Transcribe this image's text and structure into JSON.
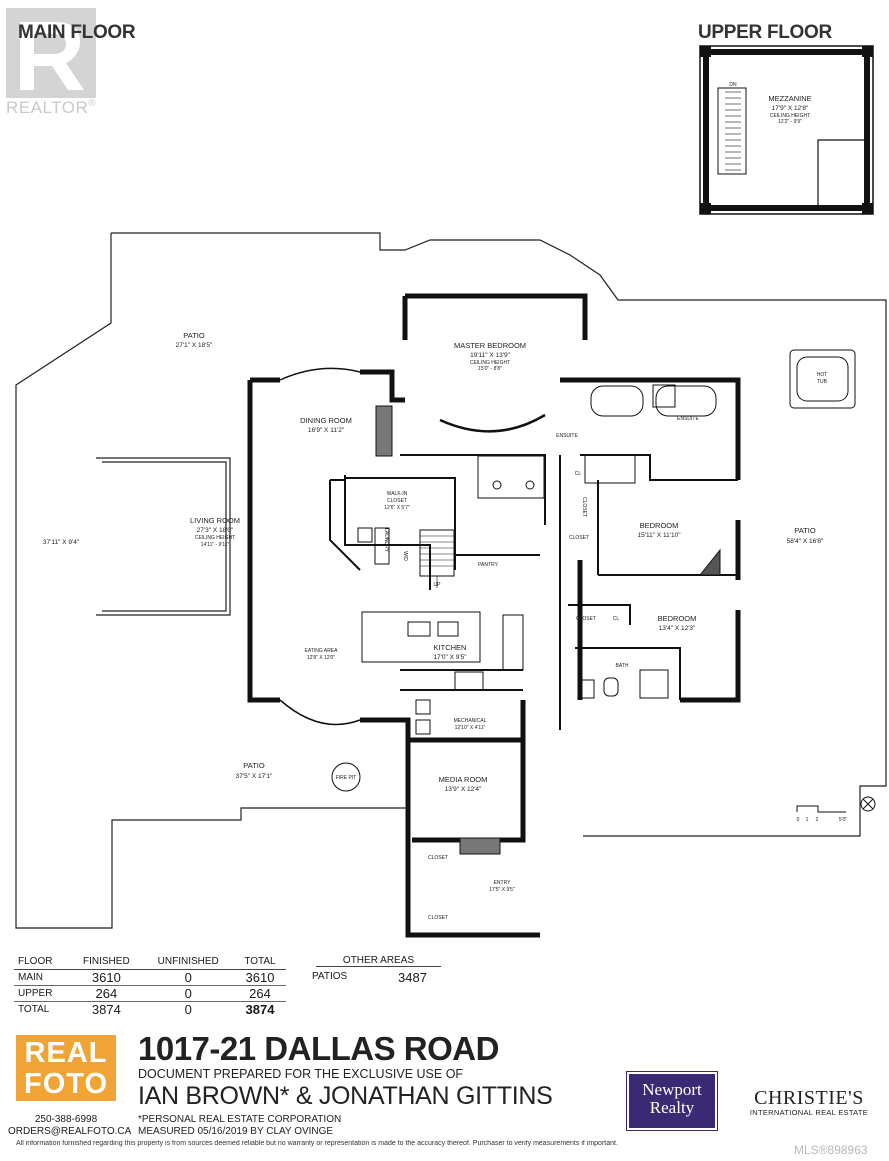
{
  "watermark": {
    "brand": "REALTOR",
    "trademark": "®"
  },
  "headings": {
    "main_floor": "MAIN FLOOR",
    "upper_floor": "UPPER FLOOR"
  },
  "rooms": {
    "mezzanine": {
      "name": "MEZZANINE",
      "dim": "17'9\" X 12'8\"",
      "note": "CEILING HEIGHT",
      "note2": "12'2\" - 9'9\""
    },
    "stairs_dn": "DN",
    "stairs_up": "UP",
    "patio_north": {
      "name": "PATIO",
      "dim": "27'1\" X 18'5\""
    },
    "patio_west_dim": "37'11\" X 9'4\"",
    "patio_east": {
      "name": "PATIO",
      "dim": "58'4\" X 16'8\""
    },
    "patio_south": {
      "name": "PATIO",
      "dim": "37'5\" X 17'1\""
    },
    "master_bedroom": {
      "name": "MASTER BEDROOM",
      "dim": "19'11\" X 13'9\"",
      "note": "CEILING HEIGHT",
      "note2": "15'0\" - 8'8\""
    },
    "dining_room": {
      "name": "DINING ROOM",
      "dim": "16'9\" X 11'2\""
    },
    "living_room": {
      "name": "LIVING ROOM",
      "dim": "27'3\" X 18'0\"",
      "note": "CEILING HEIGHT",
      "note2": "14'11\" - 9'11\""
    },
    "walk_in_closet": {
      "name": "WALK-IN",
      "name2": "CLOSET",
      "dim": "12'6\" X 5'7\""
    },
    "laundry": "LAUNDRY",
    "wd": "W/D",
    "pantry": "PANTRY",
    "ensuite_master": "ENSUITE",
    "ensuite_second": "ENSUITE",
    "cl1": "CL",
    "cl2": "CL",
    "closet_a": "CLOSET",
    "closet_b": "CLOSET",
    "closet_c": "CLOSET",
    "bedroom1": {
      "name": "BEDROOM",
      "dim": "15'11\" X 11'10\""
    },
    "bedroom2": {
      "name": "BEDROOM",
      "dim": "13'4\" X 12'3\""
    },
    "bath": "BATH",
    "hot_tub": {
      "line1": "HOT",
      "line2": "TUB"
    },
    "eating_area": {
      "name": "EATING AREA",
      "dim": "12'8\" X 12'0\""
    },
    "kitchen": {
      "name": "KITCHEN",
      "dim": "17'0\" X 9'5\""
    },
    "mechanical": {
      "name": "MECHANICAL",
      "dim": "12'10\" X 4'11\""
    },
    "media_room": {
      "name": "MEDIA ROOM",
      "dim": "13'9\" X 12'4\""
    },
    "fire_pit": "FIRE PIT",
    "closet_entry1": "CLOSET",
    "closet_entry2": "CLOSET",
    "entry": {
      "name": "ENTRY",
      "dim": "17'5\" X 9'5\""
    }
  },
  "scale": {
    "t0": "0",
    "t1": "1",
    "t2": "2",
    "t5": "5'0\""
  },
  "area_table": {
    "headers": [
      "FLOOR",
      "FINISHED",
      "UNFINISHED",
      "TOTAL"
    ],
    "rows": [
      {
        "floor": "MAIN",
        "finished": "3610",
        "unfinished": "0",
        "total": "3610"
      },
      {
        "floor": "UPPER",
        "finished": "264",
        "unfinished": "0",
        "total": "264"
      },
      {
        "floor": "TOTAL",
        "finished": "3874",
        "unfinished": "0",
        "total": "3874"
      }
    ]
  },
  "other_areas": {
    "title": "OTHER AREAS",
    "label": "PATIOS",
    "value": "3487"
  },
  "footer": {
    "logo_line1": "REAL",
    "logo_line2": "FOTO",
    "phone": "250-388-6998",
    "email": "ORDERS@REALFOTO.CA",
    "address": "1017-21 DALLAS ROAD",
    "prepared_for": "DOCUMENT PREPARED FOR THE EXCLUSIVE USE OF",
    "agents": "IAN BROWN* & JONATHAN GITTINS",
    "corp_note": "*PERSONAL REAL ESTATE CORPORATION",
    "measured": "MEASURED  05/16/2019  BY CLAY OVINGE",
    "newport_line1": "Newport",
    "newport_line2": "Realty",
    "christies": "CHRISTIE'S",
    "christies_sub": "INTERNATIONAL REAL ESTATE",
    "disclaimer": "All information furnished regarding this property is from sources deemed reliable but no warranty or representation is made to the accuracy thereof. Purchaser to verify measurements if important.",
    "mls": "MLS®898963"
  }
}
